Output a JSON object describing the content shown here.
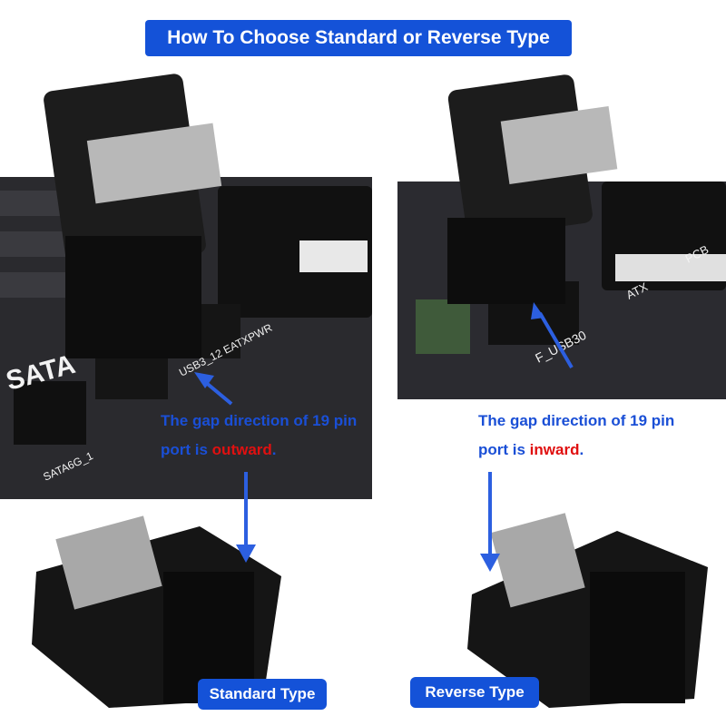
{
  "banner": {
    "title": "How To Choose Standard or Reverse Type"
  },
  "left": {
    "caption_line1": "The gap direction of 19 pin",
    "caption_prefix": "port is ",
    "caption_accent": "outward",
    "caption_suffix": ".",
    "tag": "Standard Type",
    "board_labels": {
      "sata": "SATA",
      "header": "USB3_12 EATXPWR",
      "sata6g": "SATA6G_1"
    }
  },
  "right": {
    "caption_line1": "The gap direction of 19 pin",
    "caption_prefix": "port is ",
    "caption_accent": "inward",
    "caption_suffix": ".",
    "tag": "Reverse Type",
    "board_labels": {
      "header": "F_USB30",
      "atx": "ATX",
      "pcb": "PCB"
    }
  },
  "colors": {
    "banner": "#1452d8",
    "caption": "#1a4fd6",
    "accent": "#e01010",
    "arrow": "#2c5fe0"
  }
}
